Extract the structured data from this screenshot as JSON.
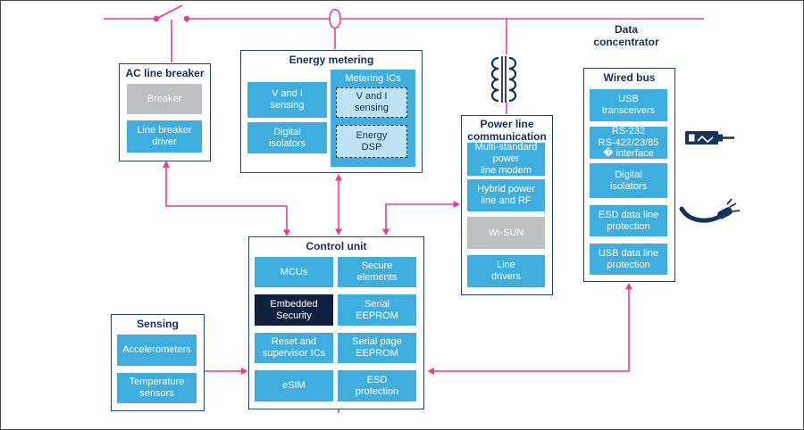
{
  "colors": {
    "line_pink": "#ec3b94",
    "chip_blue": "#3daede",
    "chip_gray": "#bdbfc1",
    "chip_navy": "#0e2240",
    "chip_light_blue": "#bee3f5",
    "title_navy": "#16325c"
  },
  "annotations": {
    "data_concentrator": "Data\nconcentrator"
  },
  "groups": {
    "ac_line_breaker": {
      "title": "AC line breaker",
      "items": [
        {
          "label": "Breaker",
          "variant": "gray"
        },
        {
          "label": "Line breaker\ndriver",
          "variant": "blue"
        }
      ]
    },
    "energy_metering": {
      "title": "Energy metering",
      "items": [
        {
          "label": "V and I\nsensing",
          "variant": "blue"
        },
        {
          "label": "Digital\nisolators",
          "variant": "blue"
        }
      ],
      "metering_ics": {
        "title": "Metering ICs",
        "items": [
          {
            "label": "V and I\nsensing",
            "variant": "light"
          },
          {
            "label": "Energy\nDSP",
            "variant": "light"
          }
        ]
      }
    },
    "power_line_communication": {
      "title": "Power line\ncommunication",
      "items": [
        {
          "label": "Multi-standard\npower\nline modem",
          "variant": "blue"
        },
        {
          "label": "Hybrid power\nline and RF",
          "variant": "blue"
        },
        {
          "label": "Wi-SUN",
          "variant": "gray"
        },
        {
          "label": "Line\ndrivers",
          "variant": "blue"
        }
      ]
    },
    "control_unit": {
      "title": "Control unit",
      "items": [
        {
          "label": "MCUs",
          "variant": "blue"
        },
        {
          "label": "Secure\nelements",
          "variant": "blue"
        },
        {
          "label": "Embedded\nSecurity",
          "variant": "navy"
        },
        {
          "label": "Serial\nEEPROM",
          "variant": "blue"
        },
        {
          "label": "Reset and\nsupervisor ICs",
          "variant": "blue"
        },
        {
          "label": "Serial page\nEEPROM",
          "variant": "blue"
        },
        {
          "label": "eSIM",
          "variant": "blue"
        },
        {
          "label": "ESD\nprotection",
          "variant": "blue"
        }
      ]
    },
    "sensing": {
      "title": "Sensing",
      "items": [
        {
          "label": "Accelerometers",
          "variant": "blue"
        },
        {
          "label": "Temperature\nsensors",
          "variant": "blue"
        }
      ]
    },
    "wired_bus": {
      "title": "Wired bus",
      "items": [
        {
          "label": "USB\ntransceivers",
          "variant": "blue"
        },
        {
          "label": "RS-232\nRS-422/23/85\n� interface",
          "variant": "blue"
        },
        {
          "label": "Digital\nisolators",
          "variant": "blue"
        },
        {
          "label": "ESD data line\nprotection",
          "variant": "blue"
        },
        {
          "label": "USB data line\nprotection",
          "variant": "blue"
        }
      ]
    }
  },
  "icons": {
    "switch": "breaker-switch",
    "current_sensor": "current-sensor-loop",
    "transformer": "isolation-transformer",
    "usb_connector": "usb-plug",
    "power_cable": "power-cable-plug"
  }
}
